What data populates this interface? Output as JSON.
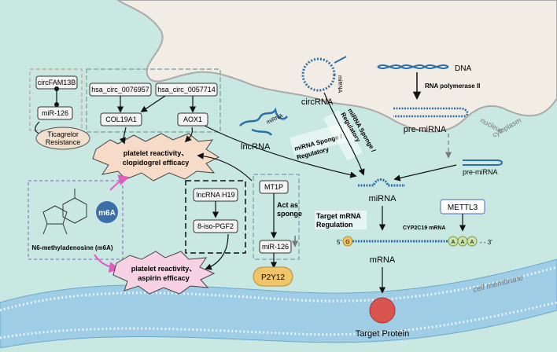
{
  "labels": {
    "circfam13b": "circFAM13B",
    "mir126_left": "miR-126",
    "ticagrelor_1": "Ticagrelor",
    "ticagrelor_2": "Resistance",
    "hsa_circ_1": "hsa_circ_0076957",
    "hsa_circ_2": "hsa_circ_0057714",
    "col19a1": "COL19A1",
    "aox1": "AOX1",
    "clopi_1": "platelet reactivity、",
    "clopi_2": "clopidogrel efficacy",
    "m6a": "m6A",
    "m6a_caption": "N6-methyladenosine (m6A)",
    "lncrna_h19": "lncRNA H19",
    "iso_pgf2": "8-iso-PGF2",
    "asp_1": "platelet reactivity、",
    "asp_2": "aspirin efficacy",
    "mt1p": "MT1P",
    "act_sponge_1": "Act as",
    "act_sponge_2": "sponge",
    "mir126_mid": "miR-126",
    "p2y12": "P2Y12",
    "circrna": "circRNA",
    "mirna_small_1": "miRNA",
    "mirna_small_2": "miRNA",
    "lncrna": "lncRNA",
    "sponge_a_1": "miRNA Sponge /",
    "sponge_a_2": "Regulatory",
    "sponge_b_1": "miRNA Sponge /",
    "sponge_b_2": "Regulatory",
    "dna": "DNA",
    "rna_pol": "RNA polymerase II",
    "pre_mirna": "pre-miRNA",
    "nucleus": "nucleus",
    "cytoplasm": "cytoplasm",
    "pre_mirna_2": "pre-miRNA",
    "mirna": "miRNA",
    "target_reg_1": "Target mRNA",
    "target_reg_2": "Regulation",
    "cyp2c19": "CYP2C19 mRNA",
    "mettl3": "METTL3",
    "five_prime": "5'",
    "cap_g": "G",
    "poly_a": "A",
    "three_prime": "- - 3'",
    "mrna": "mRNA",
    "target_protein": "Target Protein",
    "cell_membrane": "cell membrane"
  },
  "colors": {
    "background": "#c9e8e2",
    "nucleus": "#f2ede4",
    "membrane": "#9fcde6",
    "starburst_fill": "#f6dcc8",
    "aspirin_fill": "#f7d1e4",
    "m6a_circle": "#3c6fa8",
    "p2y12": "#f0c468",
    "protein": "#d9534f",
    "pink_arrow": "#e05bbf",
    "rna_blue": "#2d6fa8"
  }
}
